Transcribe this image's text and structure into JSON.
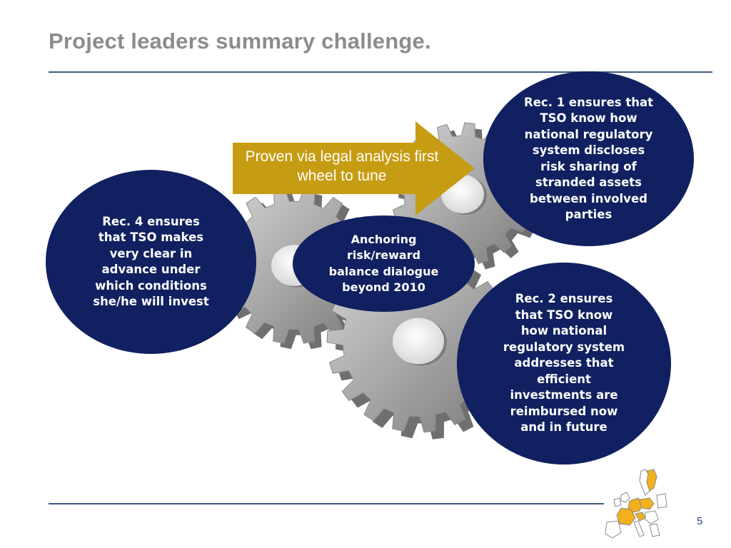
{
  "slide": {
    "title": "Project leaders summary challenge.",
    "page_number": "5"
  },
  "arrow": {
    "text": "Proven via legal analysis first wheel to tune",
    "color": "#c69c13"
  },
  "center_bubble": {
    "text": "Anchoring risk/reward balance dialogue beyond 2010"
  },
  "recommendations": {
    "rec1": "Rec. 1 ensures that TSO know how national regulatory system discloses risk sharing of stranded assets between involved parties",
    "rec2": "Rec. 2 ensures that TSO know how national regulatory system addresses that efficient investments are reimbursed now and in future",
    "rec4": "Rec. 4 ensures that TSO makes very clear in advance under which conditions she/he will invest"
  },
  "colors": {
    "bubble": "#102060",
    "title": "#8c8c8c",
    "rule": "#3d5a80",
    "gear": "#9a9a9a",
    "map_highlight": "#f2b01e"
  },
  "icons": {
    "gears": "gear-cluster-icon",
    "map": "europe-map-icon"
  }
}
